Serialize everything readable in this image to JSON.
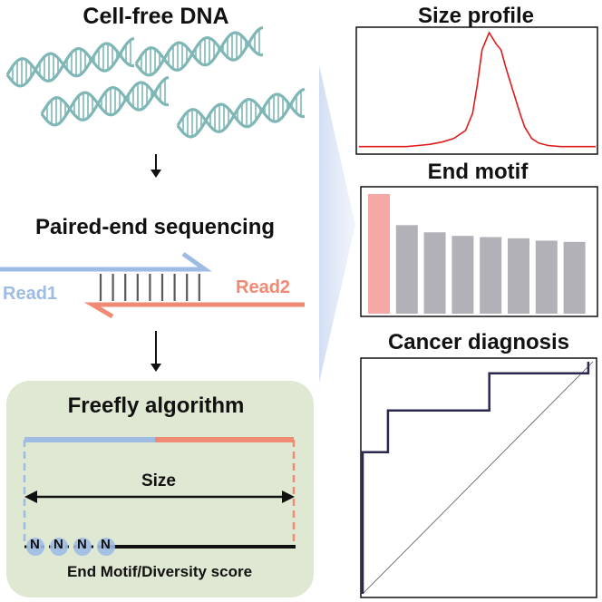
{
  "left": {
    "title_cfdna": "Cell-free DNA",
    "title_sequencing": "Paired-end sequencing",
    "read1_label": "Read1",
    "read2_label": "Read2",
    "algorithm": {
      "title": "Freefly algorithm",
      "size_label": "Size",
      "motif_letters": [
        "N",
        "N",
        "N",
        "N"
      ],
      "footer": "End Motif/Diversity score"
    }
  },
  "right": {
    "size_profile_title": "Size profile",
    "end_motif_title": "End motif",
    "cancer_diagnosis_title": "Cancer diagnosis"
  },
  "colors": {
    "read1": "#9dbbe3",
    "read2": "#f08a74",
    "dna": "#7fb7b6",
    "size_curve": "#e01b1b",
    "bar_highlight": "#f4a9a6",
    "bar_default": "#b3b1b8",
    "roc": "#2a2850",
    "algorithm_box": "#dfe8d2"
  },
  "chart_data": [
    {
      "type": "line",
      "title": "Size profile",
      "x": [
        0,
        5,
        10,
        15,
        20,
        25,
        30,
        35,
        40,
        45,
        48,
        50,
        52,
        55,
        58,
        60,
        62,
        65,
        68,
        70,
        73,
        76,
        80,
        85,
        90,
        95,
        100
      ],
      "y": [
        0.01,
        0.01,
        0.01,
        0.01,
        0.01,
        0.02,
        0.03,
        0.05,
        0.08,
        0.15,
        0.3,
        0.55,
        0.85,
        1.0,
        0.9,
        0.85,
        0.7,
        0.5,
        0.3,
        0.18,
        0.08,
        0.04,
        0.02,
        0.01,
        0.01,
        0.01,
        0.01
      ],
      "xlabel": "",
      "ylabel": "",
      "grid": false
    },
    {
      "type": "bar",
      "title": "End motif",
      "values": [
        1.0,
        0.74,
        0.68,
        0.65,
        0.64,
        0.63,
        0.61,
        0.6
      ],
      "highlight_index": 0,
      "xlabel": "",
      "ylabel": "",
      "grid": false
    },
    {
      "type": "line",
      "title": "Cancer diagnosis",
      "series": [
        {
          "x": [
            0,
            0,
            0.11,
            0.11,
            0.55,
            0.55,
            0.98,
            0.98
          ],
          "y": [
            0,
            0.61,
            0.61,
            0.79,
            0.79,
            0.95,
            0.95,
            1.0
          ]
        },
        {
          "x": [
            0,
            1
          ],
          "y": [
            0,
            1
          ]
        }
      ],
      "xlim": [
        0,
        1
      ],
      "ylim": [
        0,
        1
      ],
      "xlabel": "",
      "ylabel": "",
      "grid": false
    }
  ]
}
